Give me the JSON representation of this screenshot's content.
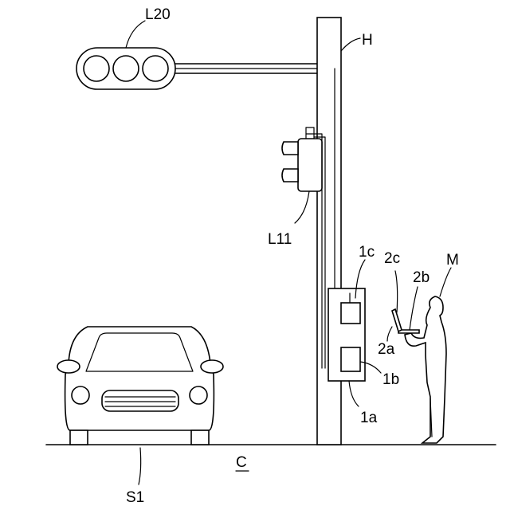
{
  "labels": {
    "signal_main": "L20",
    "pole": "H",
    "signal_ped": "L11",
    "unit_1c": "1c",
    "unit_2c": "2c",
    "unit_2b": "2b",
    "person": "M",
    "unit_2a": "2a",
    "unit_1b": "1b",
    "unit_1a": "1a",
    "road": "C",
    "vehicle": "S1"
  }
}
